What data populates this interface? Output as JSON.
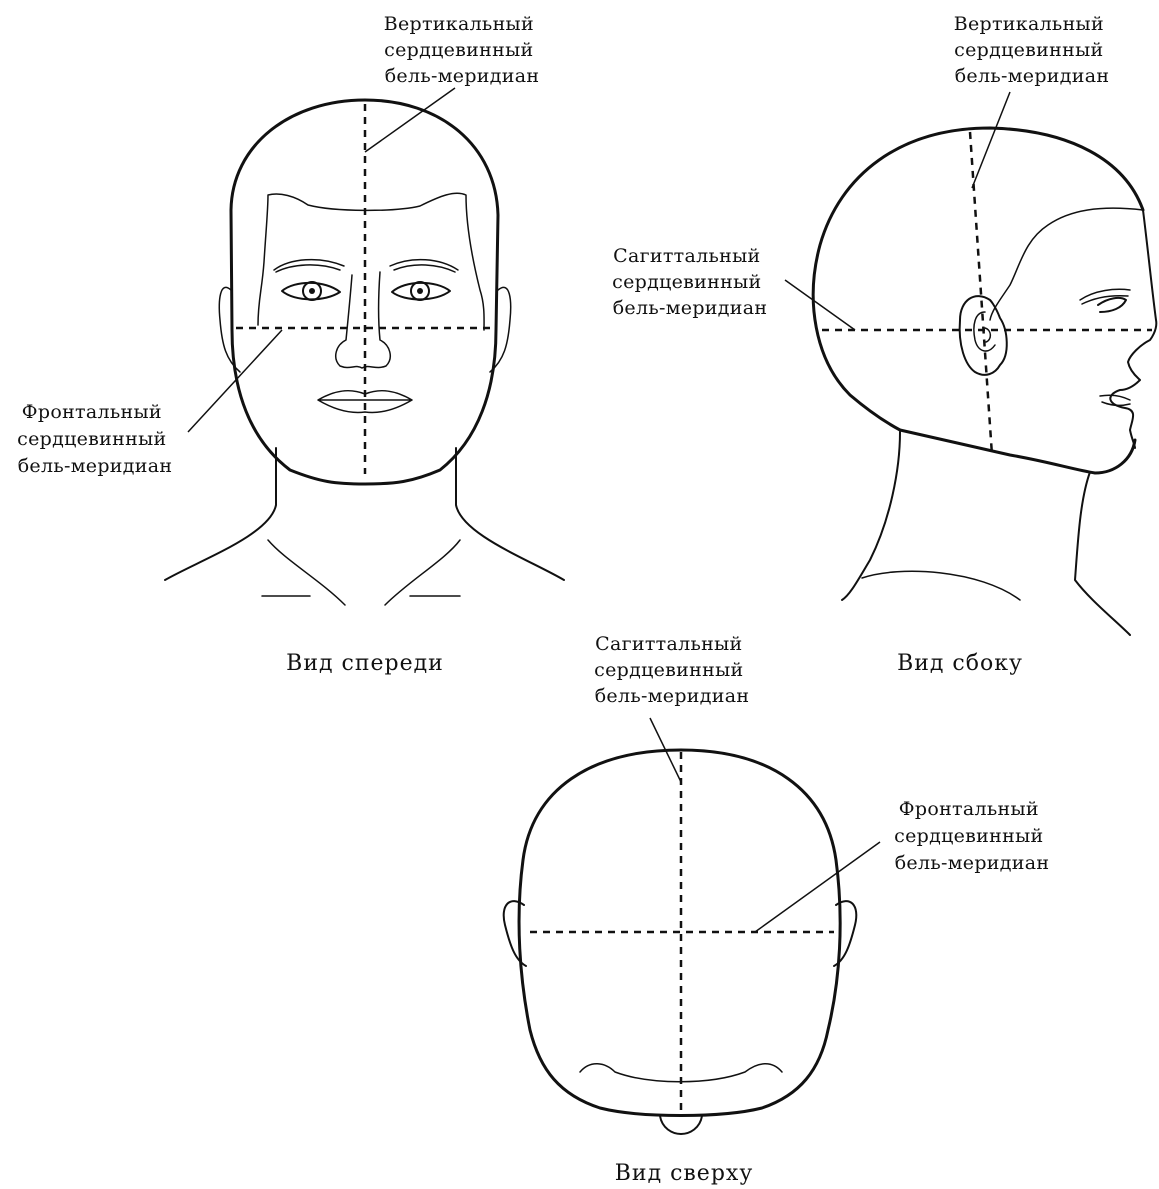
{
  "front_view": {
    "caption": "Вид спереди",
    "vertical_label": [
      "Вертикальный",
      "сердцевинный",
      "бель-меридиан"
    ],
    "frontal_label": [
      "Фронтальный",
      "сердцевинный",
      "бель-меридиан"
    ]
  },
  "side_view": {
    "caption": "Вид сбоку",
    "vertical_label": [
      "Вертикальный",
      "сердцевинный",
      "бель-меридиан"
    ],
    "sagittal_label": [
      "Сагиттальный",
      "сердцевинный",
      "бель-меридиан"
    ]
  },
  "top_view": {
    "caption": "Вид сверху",
    "sagittal_label": [
      "Сагиттальный",
      "сердцевинный",
      "бель-меридиан"
    ],
    "frontal_label": [
      "Фронтальный",
      "сердцевинный",
      "бель-меридиан"
    ]
  }
}
